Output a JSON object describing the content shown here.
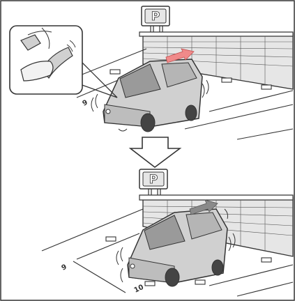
{
  "illustration": {
    "sign_letter": "P",
    "slot_labels": [
      "9",
      "9",
      "10"
    ],
    "colors": {
      "stroke": "#333333",
      "car_fill": "#d0d0d0",
      "wall_fill": "#e6e6e6",
      "callout_fill": "#f2f2f2",
      "motion_arrow": "#f08a8a",
      "motion_arrow_gray": "#8a8a8a",
      "background": "#ffffff"
    },
    "icons": [
      "parking-sign-icon",
      "brick-wall-icon",
      "car-icon",
      "accelerator-pedal-icon",
      "down-arrow-icon",
      "motion-arrow-icon"
    ]
  }
}
